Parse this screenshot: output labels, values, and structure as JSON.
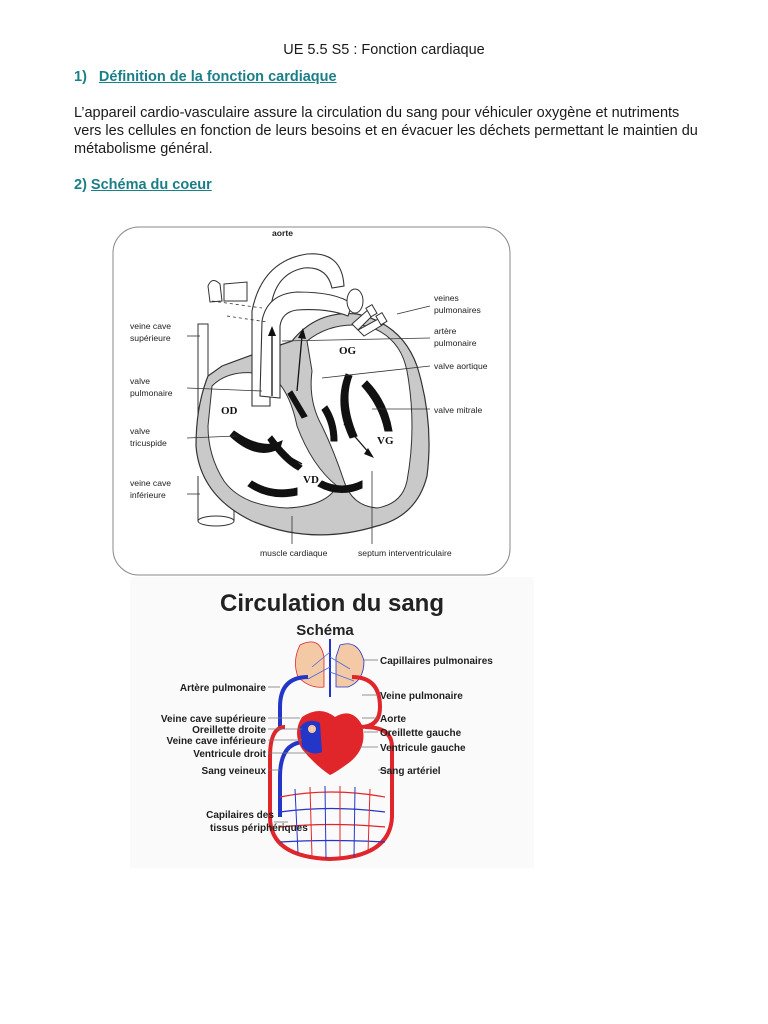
{
  "header": {
    "title": "UE 5.5 S5 : Fonction cardiaque"
  },
  "section1": {
    "number": "1)",
    "title": "Définition de la fonction cardiaque",
    "text": "L’appareil cardio-vasculaire assure la circulation du sang pour véhiculer oxygène et nutriments vers les cellules en fonction de leurs besoins et en évacuer les déchets permettant le maintien du métabolisme général."
  },
  "section2": {
    "number": "2)",
    "title": "Schéma du coeur"
  },
  "heart_diagram": {
    "labels": {
      "aorte": "aorte",
      "veines_pulmonaires_1": "veines",
      "veines_pulmonaires_2": "pulmonaires",
      "artere_pulmonaire_1": "artère",
      "artere_pulmonaire_2": "pulmonaire",
      "valve_aortique": "valve aortique",
      "valve_mitrale": "valve mitrale",
      "veine_cave_sup_1": "veine cave",
      "veine_cave_sup_2": "supérieure",
      "valve_pulmonaire_1": "valve",
      "valve_pulmonaire_2": "pulmonaire",
      "valve_tricuspide_1": "valve",
      "valve_tricuspide_2": "tricuspide",
      "veine_cave_inf_1": "veine cave",
      "veine_cave_inf_2": "inférieure",
      "muscle_cardiaque": "muscle cardiaque",
      "septum": "septum interventriculaire",
      "og": "OG",
      "od": "OD",
      "vg": "VG",
      "vd": "VD"
    }
  },
  "circulation_diagram": {
    "title": "Circulation du sang",
    "subtitle": "Schéma",
    "left_labels": {
      "artere_pulmonaire": "Artère pulmonaire",
      "veine_cave_superieure": "Veine cave supérieure",
      "oreillette_droite": "Oreillette droite",
      "veine_cave_inferieure": "Veine cave inférieure",
      "ventricule_droit": "Ventricule droit",
      "sang_veineux": "Sang veineux",
      "capillaires_1": "Capilaires des",
      "capillaires_2": "tissus périphériques"
    },
    "right_labels": {
      "capillaires_pulmonaires": "Capillaires pulmonaires",
      "veine_pulmonaire": "Veine pulmonaire",
      "aorte": "Aorte",
      "oreillette_gauche": "Oreillette gauche",
      "ventricule_gauche": "Ventricule gauche",
      "sang_arteriel": "Sang artériel"
    },
    "colors": {
      "arterial": "#e0262b",
      "venous": "#2436c8",
      "lungs": "#f4c9a6"
    }
  }
}
